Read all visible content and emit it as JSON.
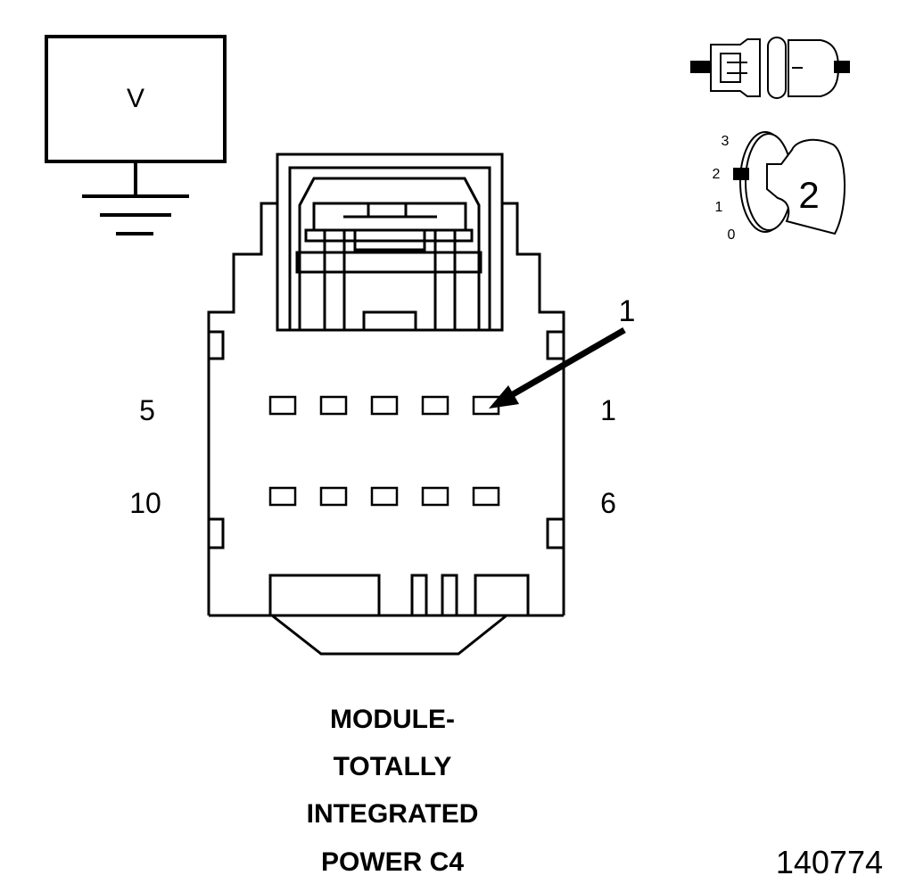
{
  "voltmeter": {
    "symbol": "V"
  },
  "connector": {
    "callout": "1",
    "row_top_labels": {
      "left": "5",
      "right": "1"
    },
    "row_bottom_labels": {
      "left": "10",
      "right": "6"
    }
  },
  "ignition_switch": {
    "positions": [
      "3",
      "2",
      "1",
      "0"
    ],
    "selected_position": "2"
  },
  "caption": {
    "lines": [
      "MODULE-",
      "TOTALLY",
      "INTEGRATED",
      "POWER C4"
    ]
  },
  "figure_number": "140774"
}
